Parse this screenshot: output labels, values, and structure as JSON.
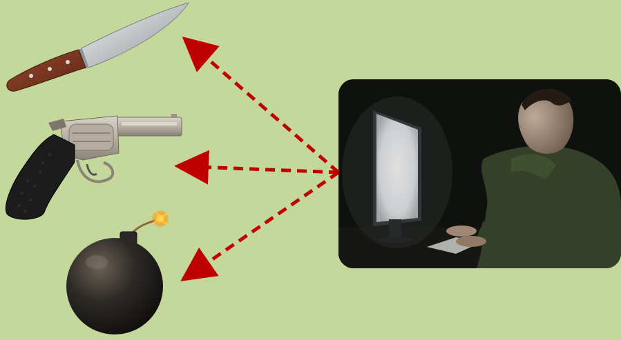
{
  "colors": {
    "background": "#c5d89b",
    "arrow": "#c00000",
    "photo_background": "#0e0f0d"
  },
  "icons": {
    "knife": "kitchen-knife-icon",
    "gun": "revolver-icon",
    "bomb": "bomb-icon",
    "photo": "person-at-computer-photo"
  },
  "arrows": [
    {
      "from": "person-at-computer-photo",
      "to": "kitchen-knife-icon",
      "style": "dashed"
    },
    {
      "from": "person-at-computer-photo",
      "to": "revolver-icon",
      "style": "dashed"
    },
    {
      "from": "person-at-computer-photo",
      "to": "bomb-icon",
      "style": "dashed"
    }
  ]
}
